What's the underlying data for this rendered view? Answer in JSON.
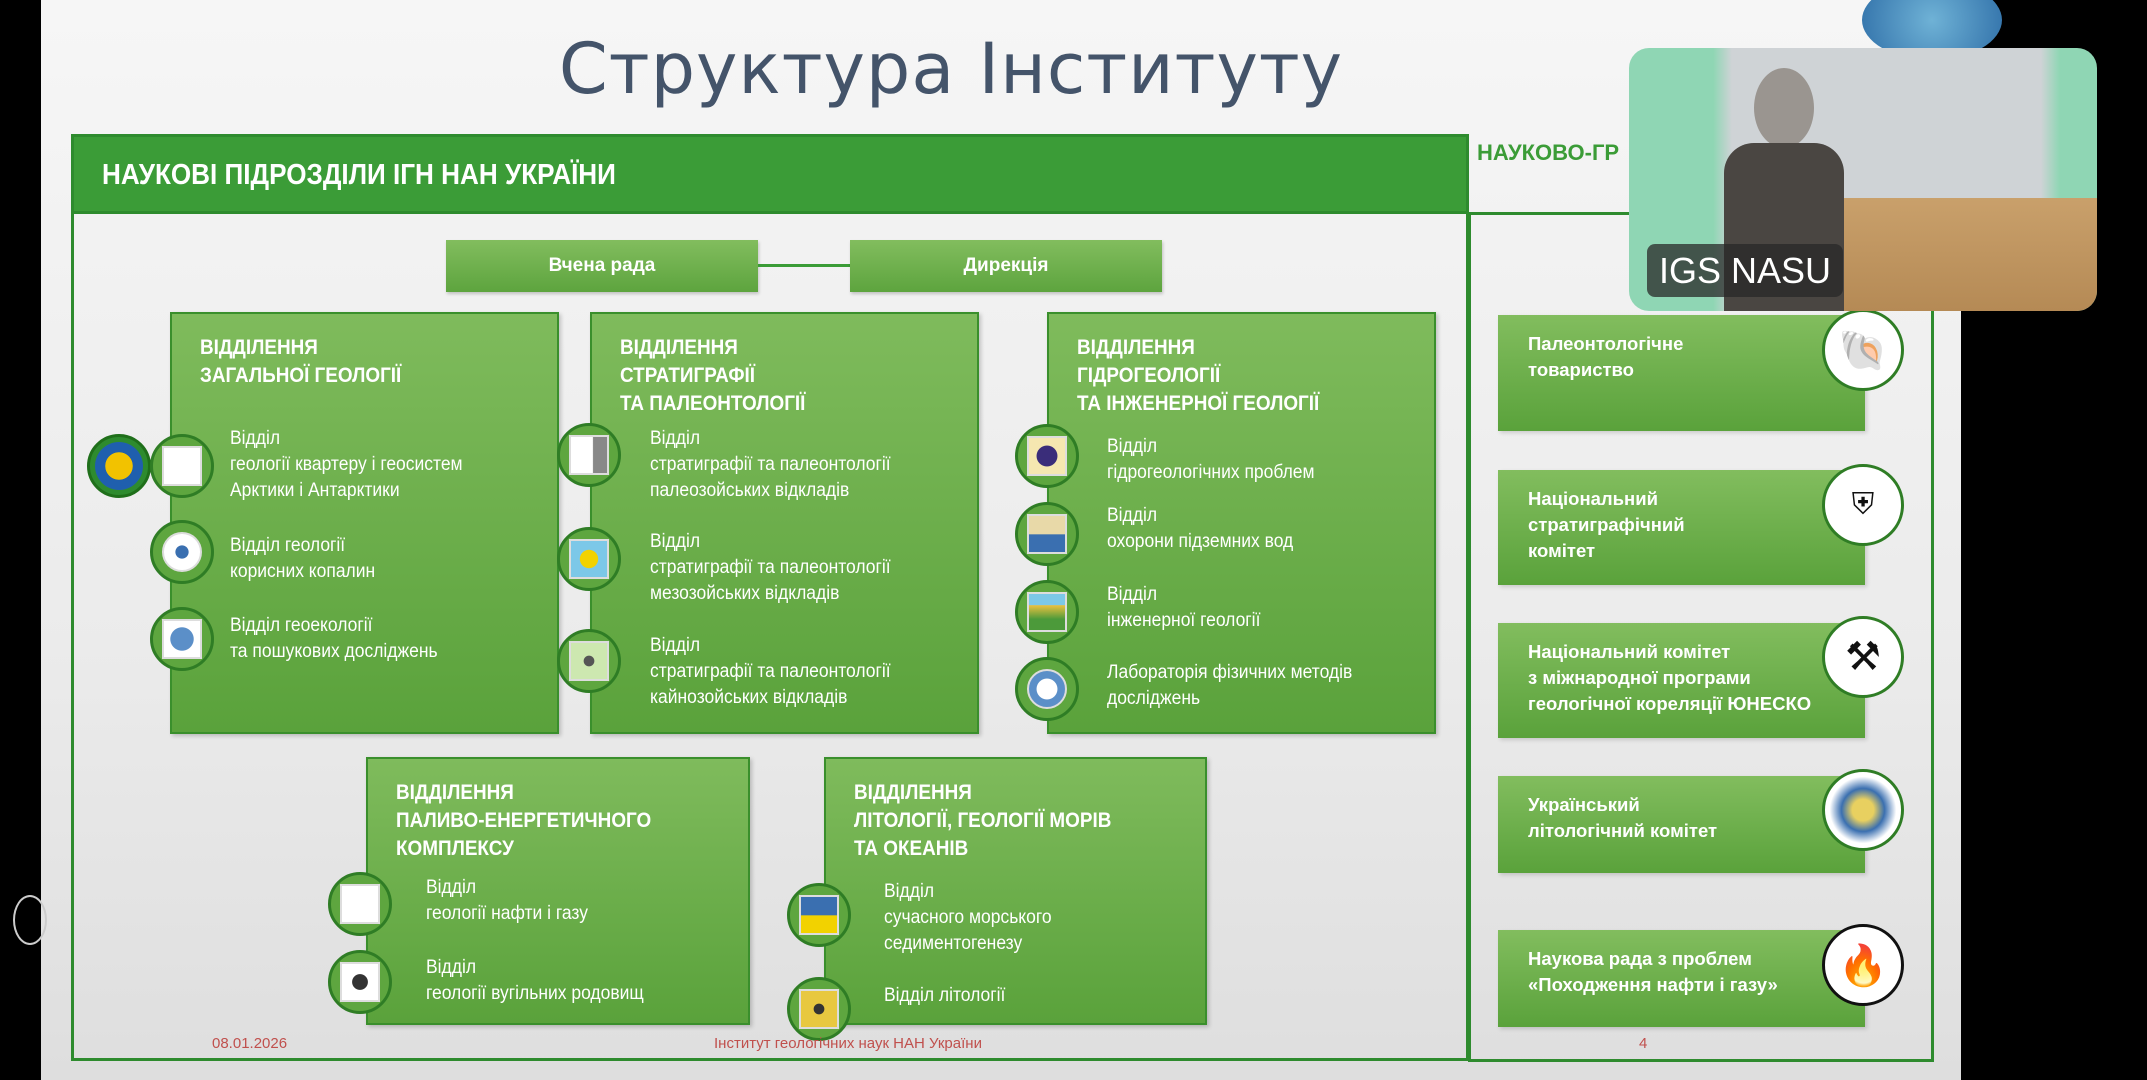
{
  "slide": {
    "title": "Структура Інституту",
    "main_header": "НАУКОВІ ПІДРОЗДІЛИ ІГН НАН УКРАЇНИ",
    "right_header": "НАУКОВО-ГР",
    "governance": [
      "Вчена рада",
      "Дирекція"
    ],
    "departments": [
      {
        "title": "ВІДДІЛЕННЯ\nЗАГАЛЬНОЇ ГЕОЛОГІЇ",
        "items": [
          "Відділ\nгеології квартеру і геосистем\nАрктики і Антарктики",
          "Відділ геології\nкорисних копалин",
          "Відділ геоекології\nта пошукових досліджень"
        ]
      },
      {
        "title": "ВІДДІЛЕННЯ\nСТРАТИГРАФІЇ\nТА ПАЛЕОНТОЛОГІЇ",
        "items": [
          "Відділ\nстратиграфії та палеонтології\nпалеозойських відкладів",
          "Відділ\nстратиграфії та палеонтології\nмезозойських відкладів",
          "Відділ\nстратиграфії та палеонтології\nкайнозойських відкладів"
        ]
      },
      {
        "title": "ВІДДІЛЕННЯ\nГІДРОГЕОЛОГІЇ\nТА ІНЖЕНЕРНОЇ ГЕОЛОГІЇ",
        "items": [
          "Відділ\nгідрогеологічних проблем",
          "Відділ\nохорони підземних вод",
          "Відділ\nінженерної геології",
          "Лабораторія фізичних методів\nдосліджень"
        ]
      },
      {
        "title": "ВІДДІЛЕННЯ\nПАЛИВО-ЕНЕРГЕТИЧНОГО\nКОМПЛЕКСУ",
        "items": [
          "Відділ\nгеології нафти і газу",
          "Відділ\nгеології вугільних родовищ"
        ]
      },
      {
        "title": "ВІДДІЛЕННЯ\nЛІТОЛОГІЇ, ГЕОЛОГІЇ МОРІВ\nТА ОКЕАНІВ",
        "items": [
          "Відділ\nсучасного морського\nседиментогенезу",
          "Відділ літології"
        ]
      }
    ],
    "organizations": [
      "Палеонтологічне\nтовариство",
      "Національний\nстратиграфічний\nкомітет",
      "Національний комітет\nз міжнародної програми\nгеологічної кореляції ЮНЕСКО",
      "Український\nлітологічний комітет",
      "Наукова рада з проблем\n«Походження нафти і газу»"
    ],
    "footer": {
      "date": "08.01.2026",
      "institute": "Інститут геологічних наук НАН України",
      "page": "4"
    }
  },
  "video": {
    "label": "IGS NASU"
  },
  "colors": {
    "green": "#3b9c37",
    "title": "#44546a",
    "footer": "#c0504d"
  }
}
